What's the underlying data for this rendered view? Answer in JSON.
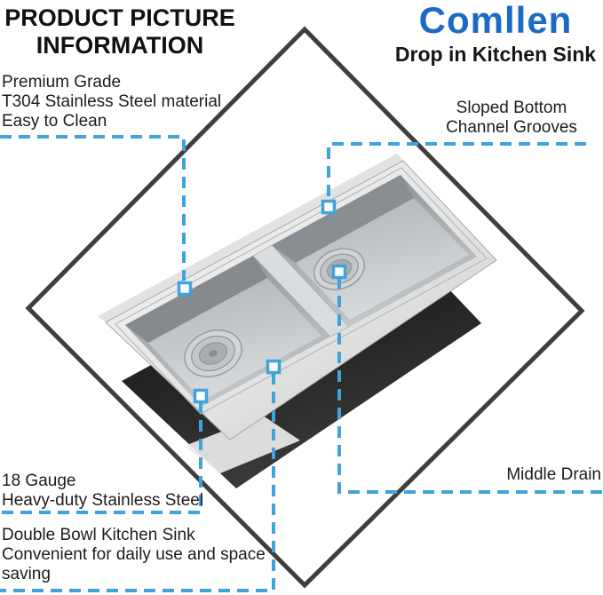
{
  "header": {
    "title_line1": "PRODUCT PICTURE",
    "title_line2": "INFORMATION",
    "brand": "Comllen",
    "product": "Drop in Kitchen Sink"
  },
  "callouts": {
    "premium": {
      "lines": [
        "Premium Grade",
        "T304 Stainless Steel material",
        "Easy to Clean"
      ]
    },
    "sloped": {
      "lines": [
        "Sloped Bottom",
        "Channel Grooves"
      ]
    },
    "gauge": {
      "lines": [
        "18 Gauge",
        "Heavy-duty Stainless Steel"
      ]
    },
    "middle_drain": {
      "label": "Middle Drain"
    },
    "double_bowl": {
      "lines": [
        "Double Bowl Kitchen Sink",
        "Convenient for daily use and space",
        "saving"
      ]
    }
  },
  "illustration": {
    "subject": "double bowl stainless steel drop-in kitchen sink",
    "frame_shape": "rotated square outline"
  },
  "colors": {
    "accent_blue": "#3fa3dc",
    "brand_blue": "#1d6ac6",
    "frame_dark": "#3e3e3e",
    "steel_light": "#f2f2f2",
    "steel_dark": "#7e8488",
    "base_dark": "#1d1d1d"
  }
}
